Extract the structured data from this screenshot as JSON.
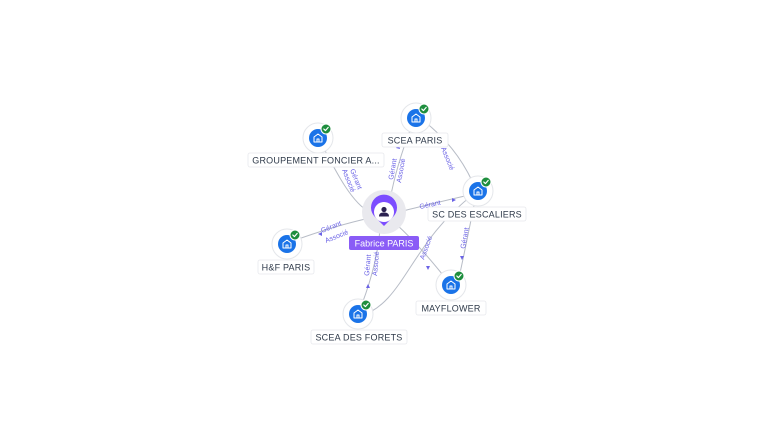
{
  "person": {
    "name": "Fabrice PARIS",
    "icon": "user-icon"
  },
  "companies": {
    "scea_paris": {
      "name": "SCEA PARIS",
      "icon": "building-icon",
      "status": "verified-check-icon"
    },
    "groupement": {
      "name": "GROUPEMENT FONCIER A...",
      "icon": "building-icon",
      "status": "verified-check-icon"
    },
    "sc_escaliers": {
      "name": "SC DES ESCALIERS",
      "icon": "building-icon",
      "status": "verified-check-icon"
    },
    "hf_paris": {
      "name": "H&F PARIS",
      "icon": "building-icon",
      "status": "verified-check-icon"
    },
    "mayflower": {
      "name": "MAYFLOWER",
      "icon": "building-icon",
      "status": "verified-check-icon"
    },
    "scea_forets": {
      "name": "SCEA DES FORETS",
      "icon": "building-icon",
      "status": "verified-check-icon"
    }
  },
  "edge_labels": {
    "groupement_gerant": "Gérant",
    "groupement_associe": "Associé",
    "scea_paris_gerant": "Gérant",
    "scea_paris_associe": "Associé",
    "escaliers_gerant": "Gérant",
    "scea_paris_escaliers": "Associé",
    "hf_gerant": "Gérant",
    "hf_associe": "Associé",
    "forets_gerant": "Gérant",
    "forets_associe": "Associé",
    "mayflower_associe": "Associé",
    "escaliers_mayflower": "Gérant"
  },
  "colors": {
    "person_accent": "#7c4dff",
    "person_label": "#8a5cf6",
    "company_icon": "#1a73e8",
    "verified": "#1e8e3e",
    "edge_label": "#6b63e6",
    "edge": "#b7bcc6"
  }
}
